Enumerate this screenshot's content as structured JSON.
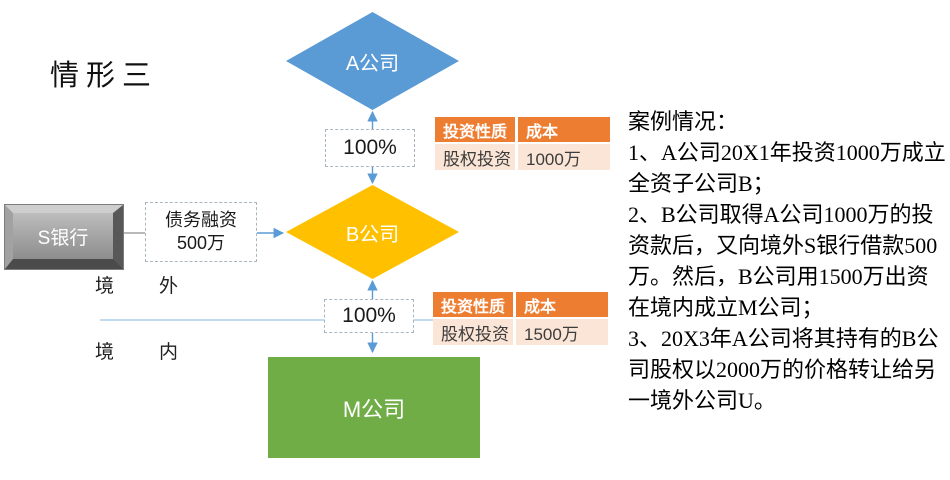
{
  "title": "情形三",
  "diagram": {
    "company_a": "A公司",
    "company_b": "B公司",
    "company_m": "M公司",
    "bank": "S银行",
    "debt_financing_line1": "债务融资",
    "debt_financing_line2": "500万",
    "ownership_top": "100%",
    "ownership_bottom": "100%",
    "region_abroad": "境外",
    "region_domestic": "境内"
  },
  "tables": [
    {
      "headers": [
        "投资性质",
        "成本"
      ],
      "rows": [
        [
          "股权投资",
          "1000万"
        ]
      ]
    },
    {
      "headers": [
        "投资性质",
        "成本"
      ],
      "rows": [
        [
          "股权投资",
          "1500万"
        ]
      ]
    }
  ],
  "case_panel": {
    "heading": "案例情况：",
    "items": [
      "1、A公司20X1年投资1000万成立全资子公司B；",
      "2、B公司取得A公司1000万的投资款后，又向境外S银行借款500万。然后，B公司用1500万出资在境内成立M公司；",
      "3、20X3年A公司将其持有的B公司股权以2000万的价格转让给另一境外公司U。"
    ]
  },
  "colors": {
    "company_a_fill": "#5B9BD5",
    "company_b_fill": "#FFC000",
    "company_m_fill": "#70AD47",
    "table_header_fill": "#ED7D31",
    "table_row_fill": "#FBE5D6",
    "arrow_blue": "#5B9BD5",
    "boundary_line_blue": "#9DC3E6",
    "bank_gray": "#A2A2A2"
  }
}
